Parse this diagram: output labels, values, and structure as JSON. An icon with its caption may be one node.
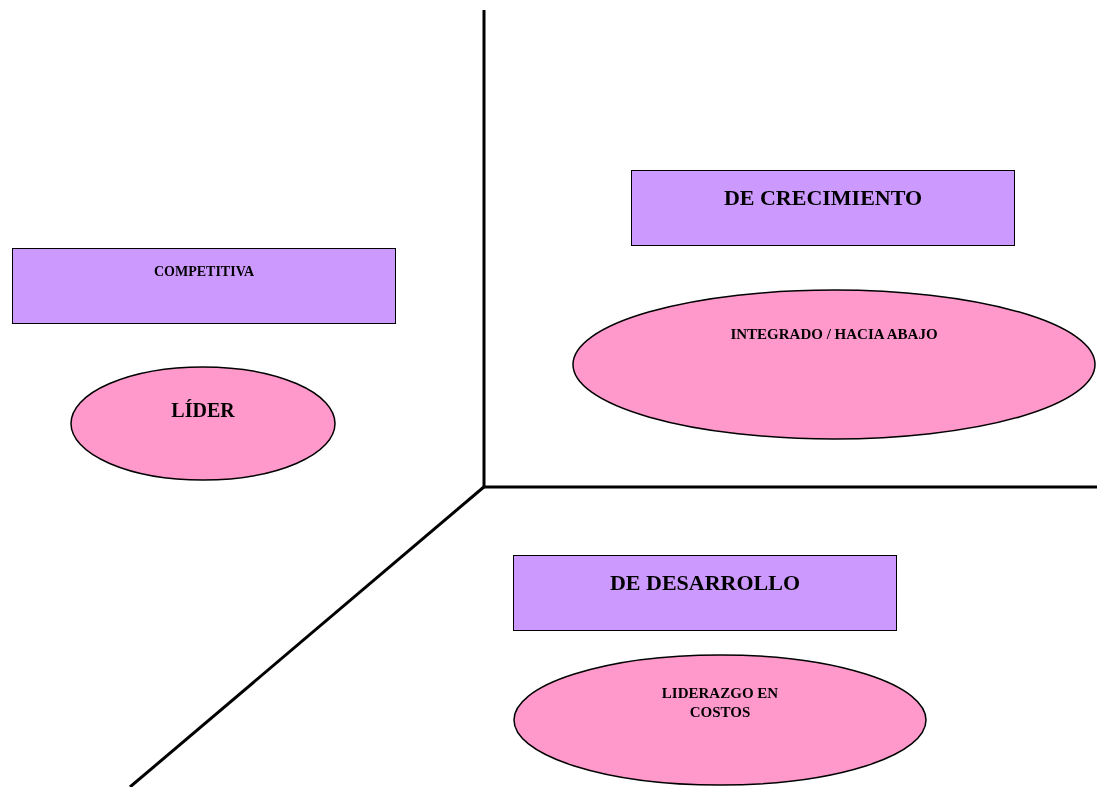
{
  "diagram": {
    "nodes": [
      {
        "text": [
          "COMPETITIVA"
        ]
      },
      {
        "text": [
          "LÍDER"
        ]
      },
      {
        "text": [
          "DE CRECIMIENTO"
        ]
      },
      {
        "text": [
          "INTEGRADO / HACIA ABAJO"
        ]
      },
      {
        "text": [
          "DE DESARROLLO"
        ]
      },
      {
        "text": [
          "LIDERAZGO EN COSTOS"
        ]
      }
    ]
  }
}
